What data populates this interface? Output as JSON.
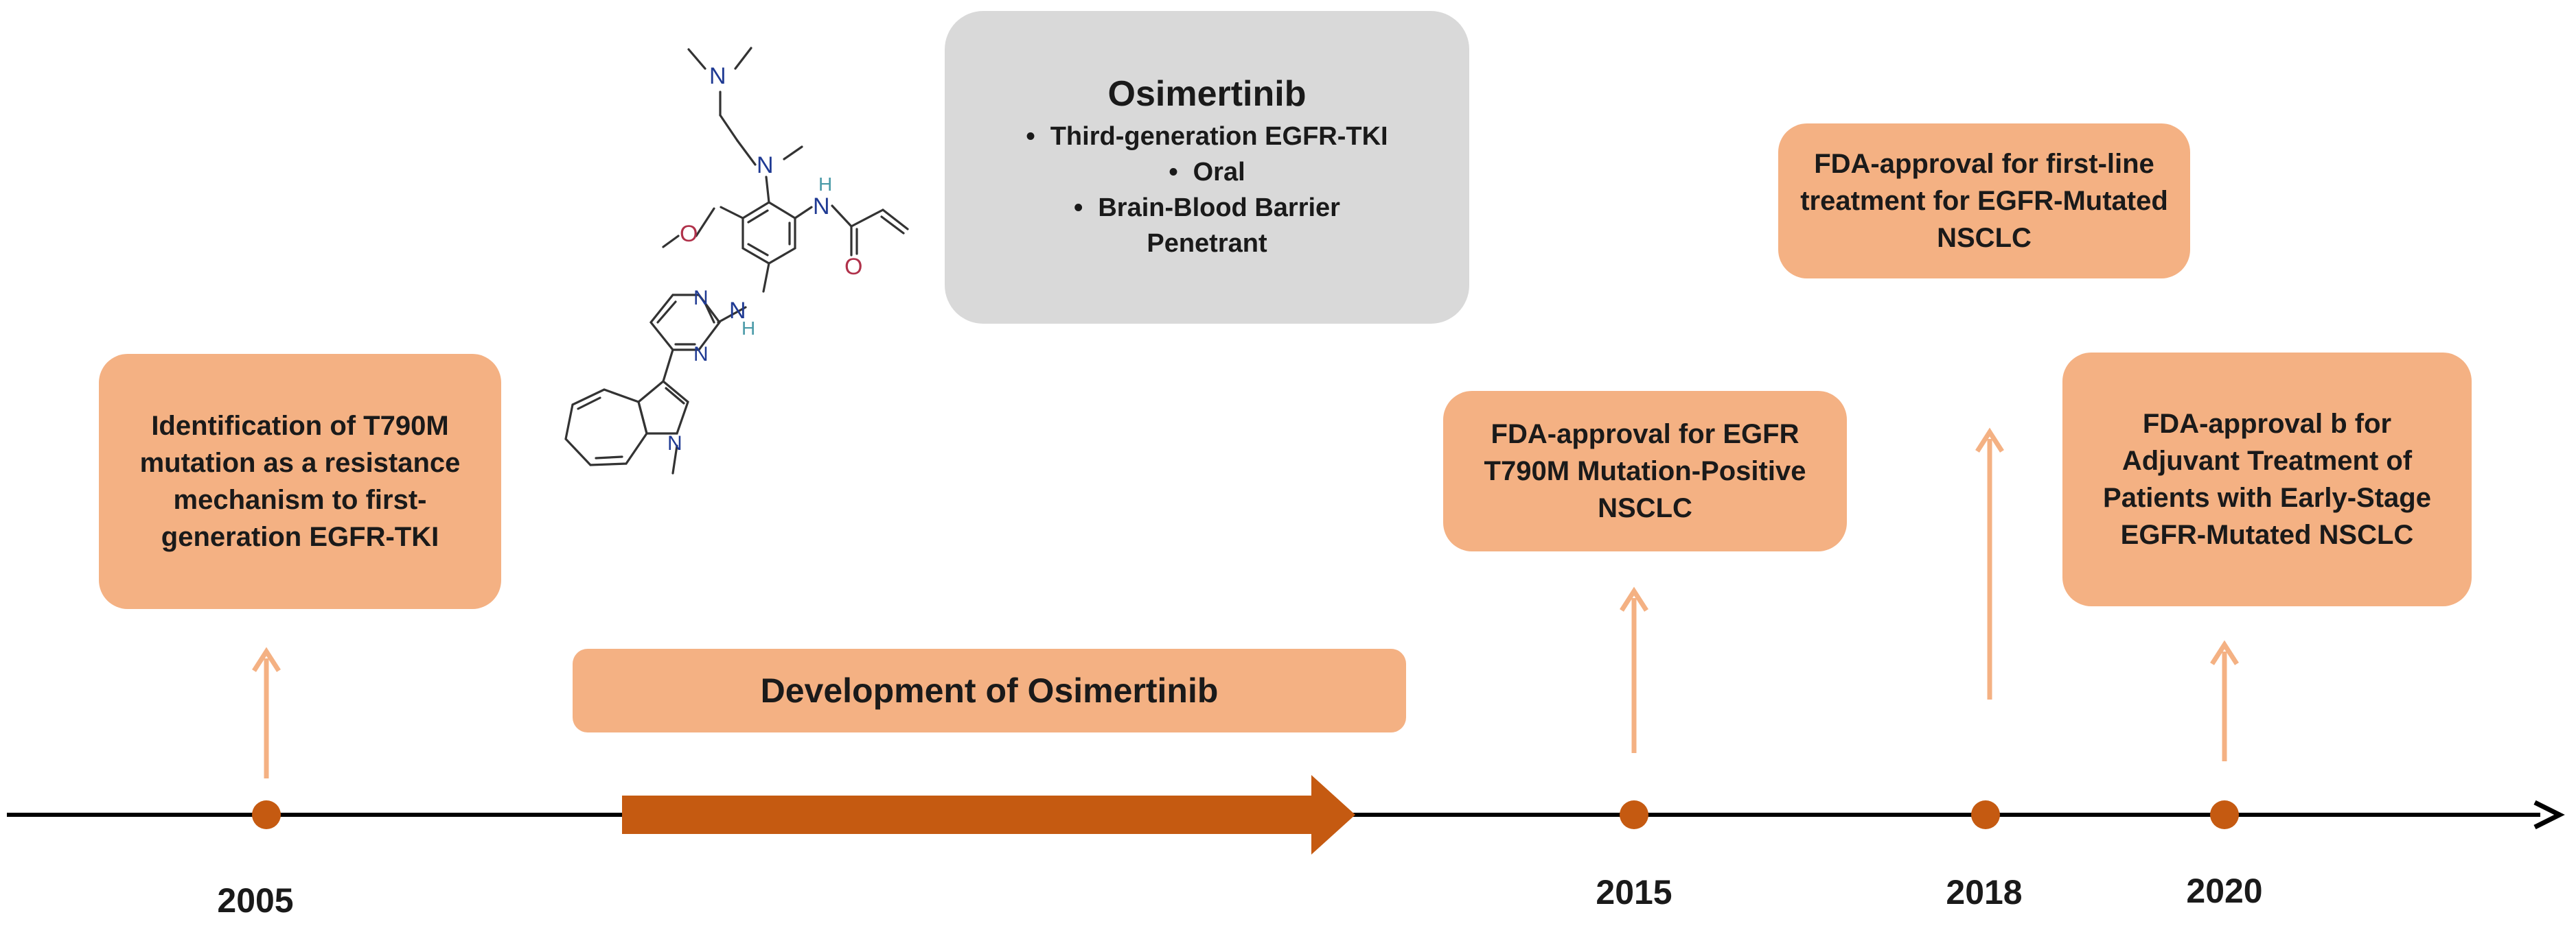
{
  "events": [
    {
      "id": "t790m",
      "text": "Identification of T790M mutation as a resistance mechanism to first-generation EGFR-TKI"
    },
    {
      "id": "fda2015",
      "text": "FDA-approval for EGFR T790M Mutation-Positive NSCLC"
    },
    {
      "id": "fda2018",
      "text": "FDA-approval for first-line treatment for EGFR-Mutated NSCLC"
    },
    {
      "id": "fda2020",
      "text": "FDA-approval b for Adjuvant Treatment of Patients with Early-Stage EGFR-Mutated NSCLC"
    }
  ],
  "development": {
    "label": "Development of Osimertinib"
  },
  "drug_card": {
    "title": "Osimertinib",
    "facts": [
      "Third-generation EGFR-TKI",
      "Oral",
      "Brain-Blood Barrier Penetrant"
    ]
  },
  "molecule": {
    "atoms": {
      "n": "N",
      "nh": "N",
      "h": "H",
      "o": "O"
    }
  },
  "timeline": {
    "years": [
      "2005",
      "2015",
      "2018",
      "2020"
    ]
  },
  "colors": {
    "box_orange": "#f4b183",
    "box_grey": "#d9d9d9",
    "arrow_light": "#f4b183",
    "arrow_dark": "#c55a11",
    "node": "#c55a11",
    "axis": "#000000",
    "atom_n": "#1f3a93",
    "atom_o": "#b0314a",
    "atom_h": "#4a9aa8"
  }
}
